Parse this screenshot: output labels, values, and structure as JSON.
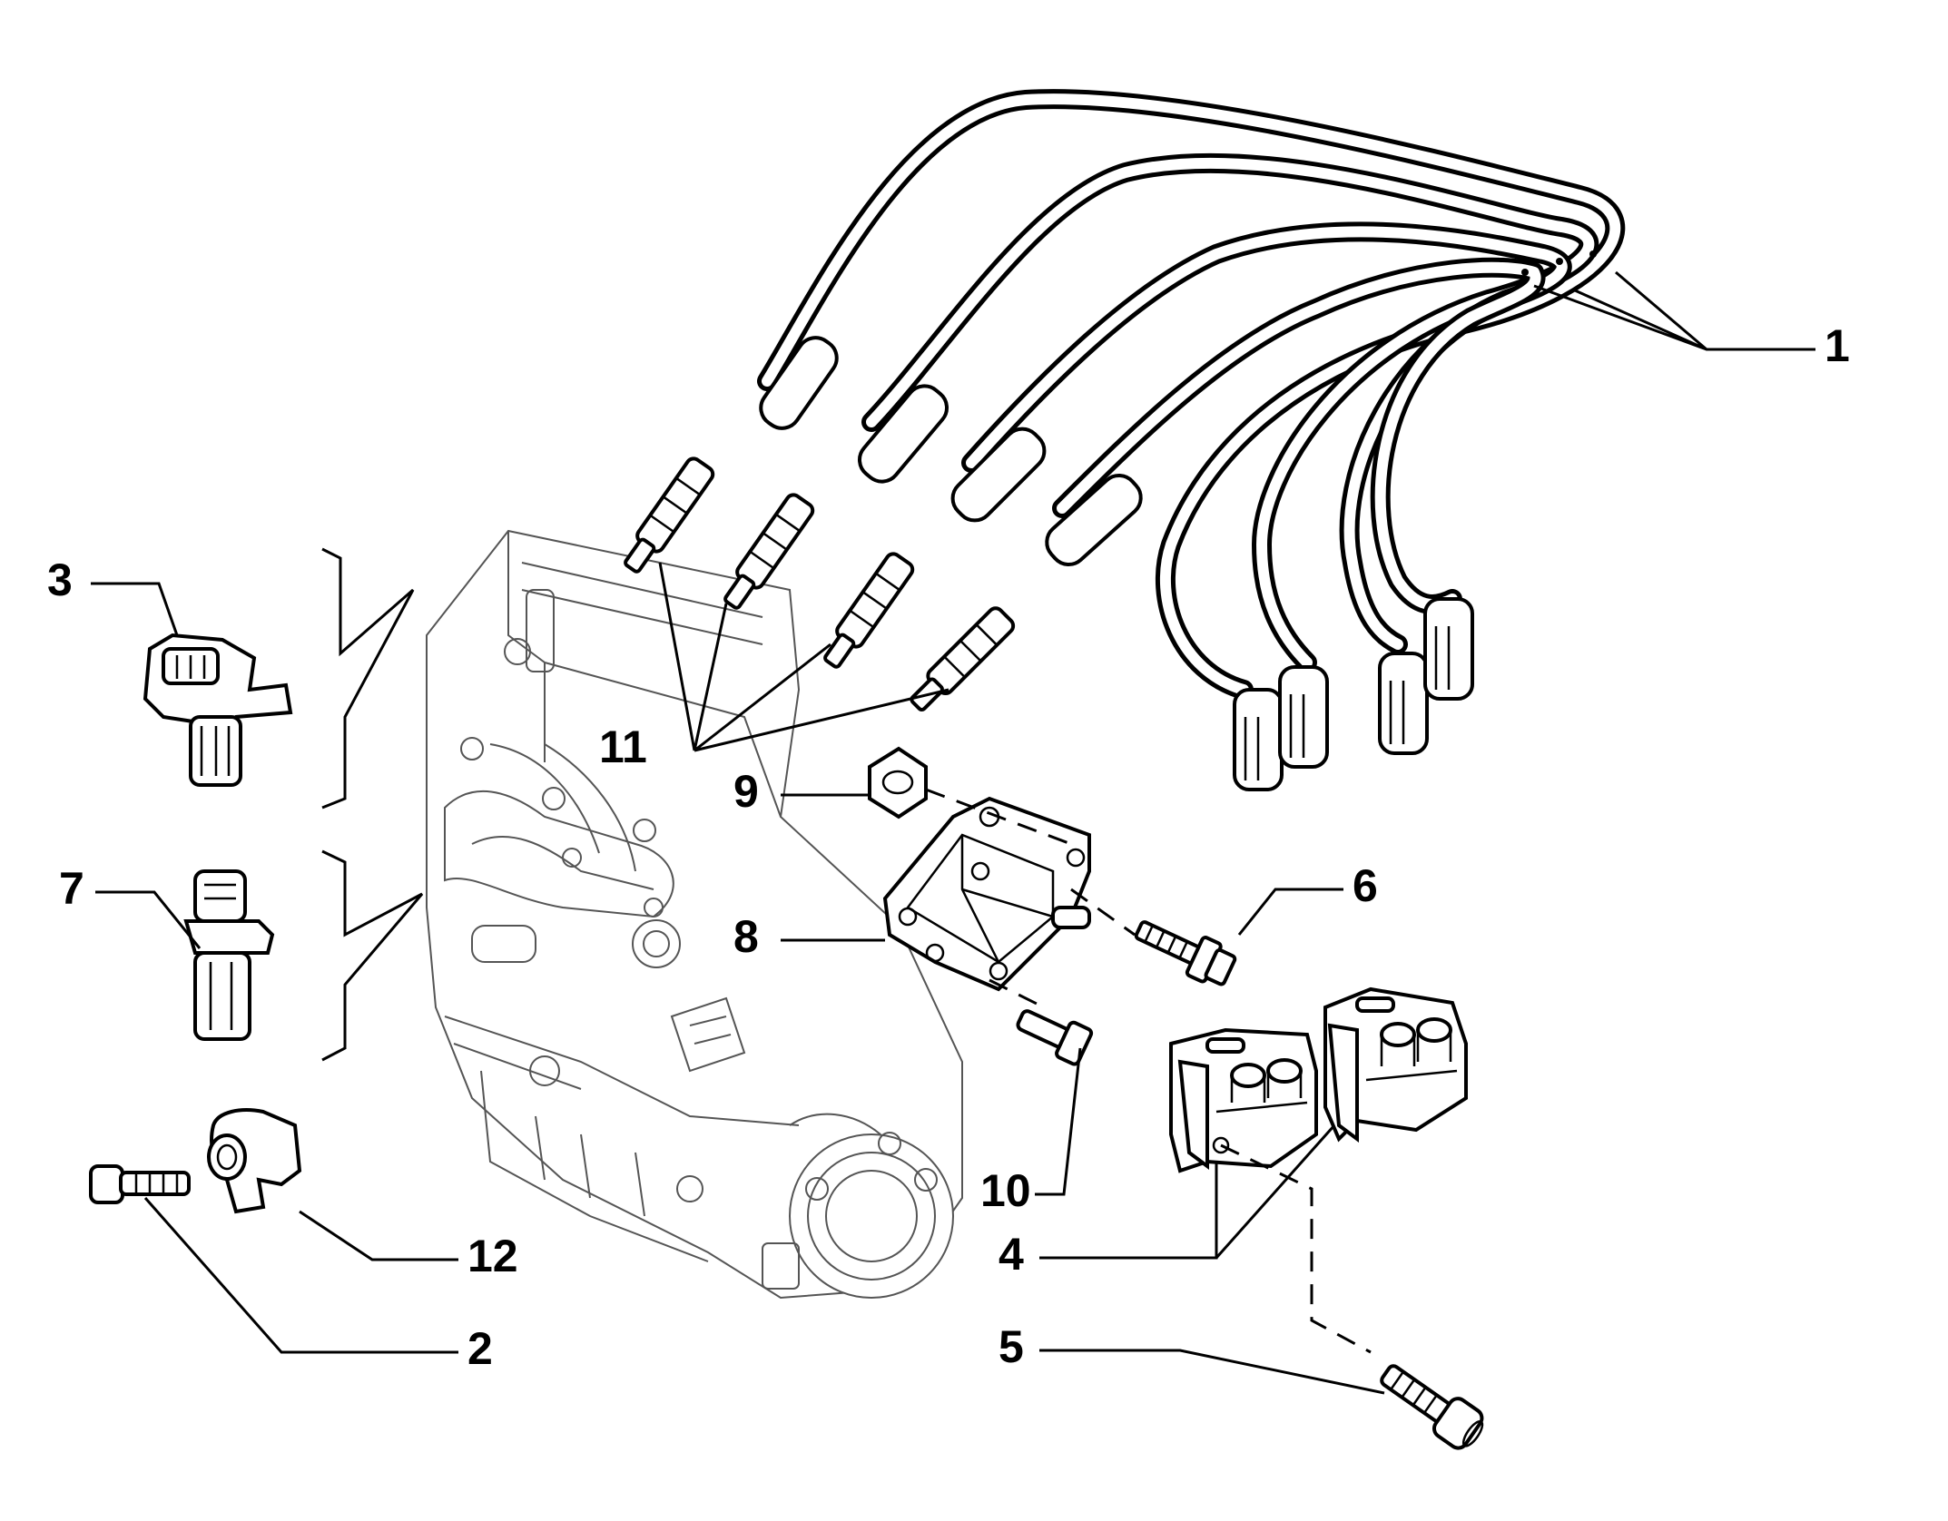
{
  "diagram": {
    "callouts": [
      {
        "id": "1",
        "label": "1"
      },
      {
        "id": "2",
        "label": "2"
      },
      {
        "id": "3",
        "label": "3"
      },
      {
        "id": "4",
        "label": "4"
      },
      {
        "id": "5",
        "label": "5"
      },
      {
        "id": "6",
        "label": "6"
      },
      {
        "id": "7",
        "label": "7"
      },
      {
        "id": "8",
        "label": "8"
      },
      {
        "id": "9",
        "label": "9"
      },
      {
        "id": "10",
        "label": "10"
      },
      {
        "id": "11",
        "label": "11"
      },
      {
        "id": "12",
        "label": "12"
      }
    ],
    "colors": {
      "ink": "#000000",
      "ghost": "#555555",
      "background": "#ffffff"
    }
  }
}
